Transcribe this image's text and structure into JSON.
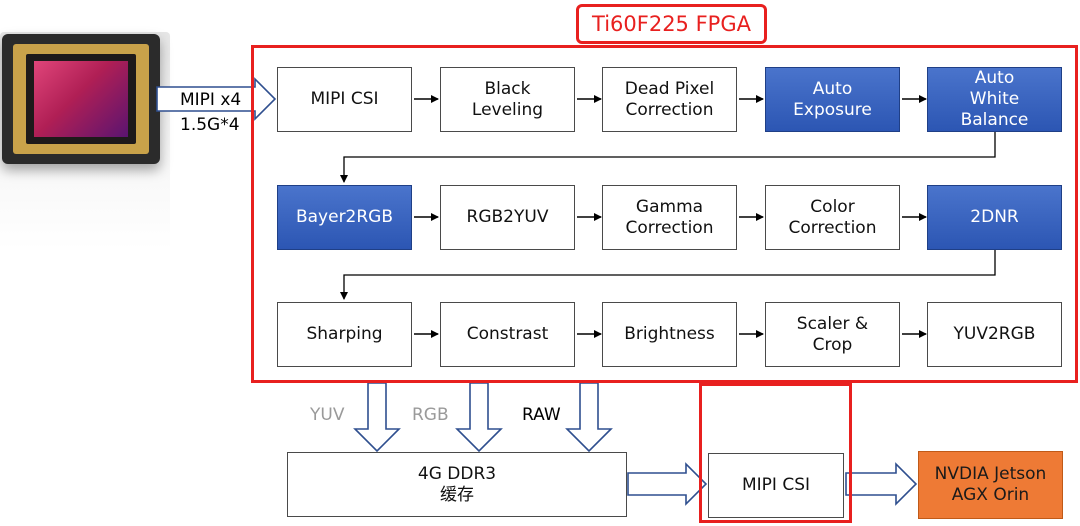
{
  "fpga": {
    "title": "Ti60F225 FPGA"
  },
  "input": {
    "label_line1": "MIPI x4",
    "label_line2": "1.5G*4"
  },
  "pipeline": {
    "row1": [
      "MIPI CSI",
      "Black\nLeveling",
      "Dead Pixel\nCorrection",
      "Auto\nExposure",
      "Auto\nWhite\nBalance"
    ],
    "row2": [
      "Bayer2RGB",
      "RGB2YUV",
      "Gamma\nCorrection",
      "Color\nCorrection",
      "2DNR"
    ],
    "row3": [
      "Sharping",
      "Constrast",
      "Brightness",
      "Scaler &\nCrop",
      "YUV2RGB"
    ]
  },
  "highlighted_blocks": [
    "Auto\nExposure",
    "Auto\nWhite\nBalance",
    "Bayer2RGB",
    "2DNR"
  ],
  "memory": {
    "buses": [
      "YUV",
      "RGB",
      "RAW"
    ],
    "box": "4G DDR3\n缓存"
  },
  "output": {
    "mipi_csi": "MIPI CSI",
    "host": "NVDIA Jetson\nAGX Orin"
  },
  "colors": {
    "frame_red": "#e8201f",
    "block_blue": "#3563c0",
    "host_orange": "#ee7a35",
    "arrow_outline": "#2f4f8f"
  },
  "icons": {
    "sensor": "image-sensor-chip"
  }
}
